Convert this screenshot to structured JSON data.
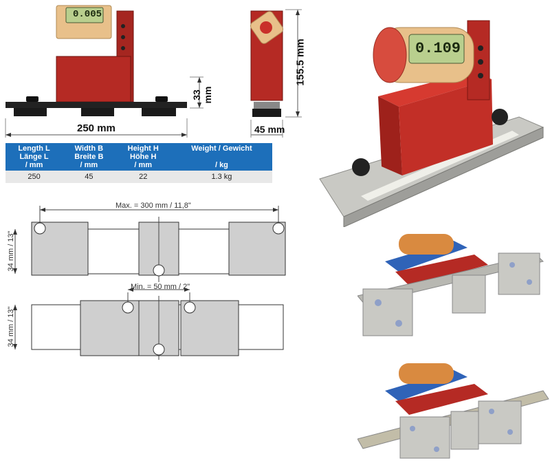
{
  "dimensions": {
    "length": "250 mm",
    "width": "45 mm",
    "height_side": "33 mm",
    "height_total": "155.5 mm"
  },
  "displays": {
    "front_small": "0.005",
    "front_large": "0.109"
  },
  "specs": {
    "headers": [
      [
        "Length L",
        "Länge L",
        "/ mm"
      ],
      [
        "Width B",
        "Breite B",
        "/ mm"
      ],
      [
        "Height H",
        "Höhe H",
        "/ mm"
      ],
      [
        "Weight / Gewicht",
        "",
        "/ kg"
      ]
    ],
    "values": [
      "250",
      "45",
      "22",
      "1.3 kg"
    ]
  },
  "diagram": {
    "max_label": "Max. = 300 mm / 11,8\"",
    "min_label": "Min. = 50 mm / 2\"",
    "height_label_top": "34 mm / 13\"",
    "height_label_bottom": "34 mm / 13\""
  },
  "colors": {
    "body_red": "#b52a24",
    "table_blue": "#1d6fba",
    "wood": "#e8c08a",
    "lcd": "#b9cf8e",
    "steel": "#c9c9c4",
    "block_gray": "#cfcfcf"
  }
}
